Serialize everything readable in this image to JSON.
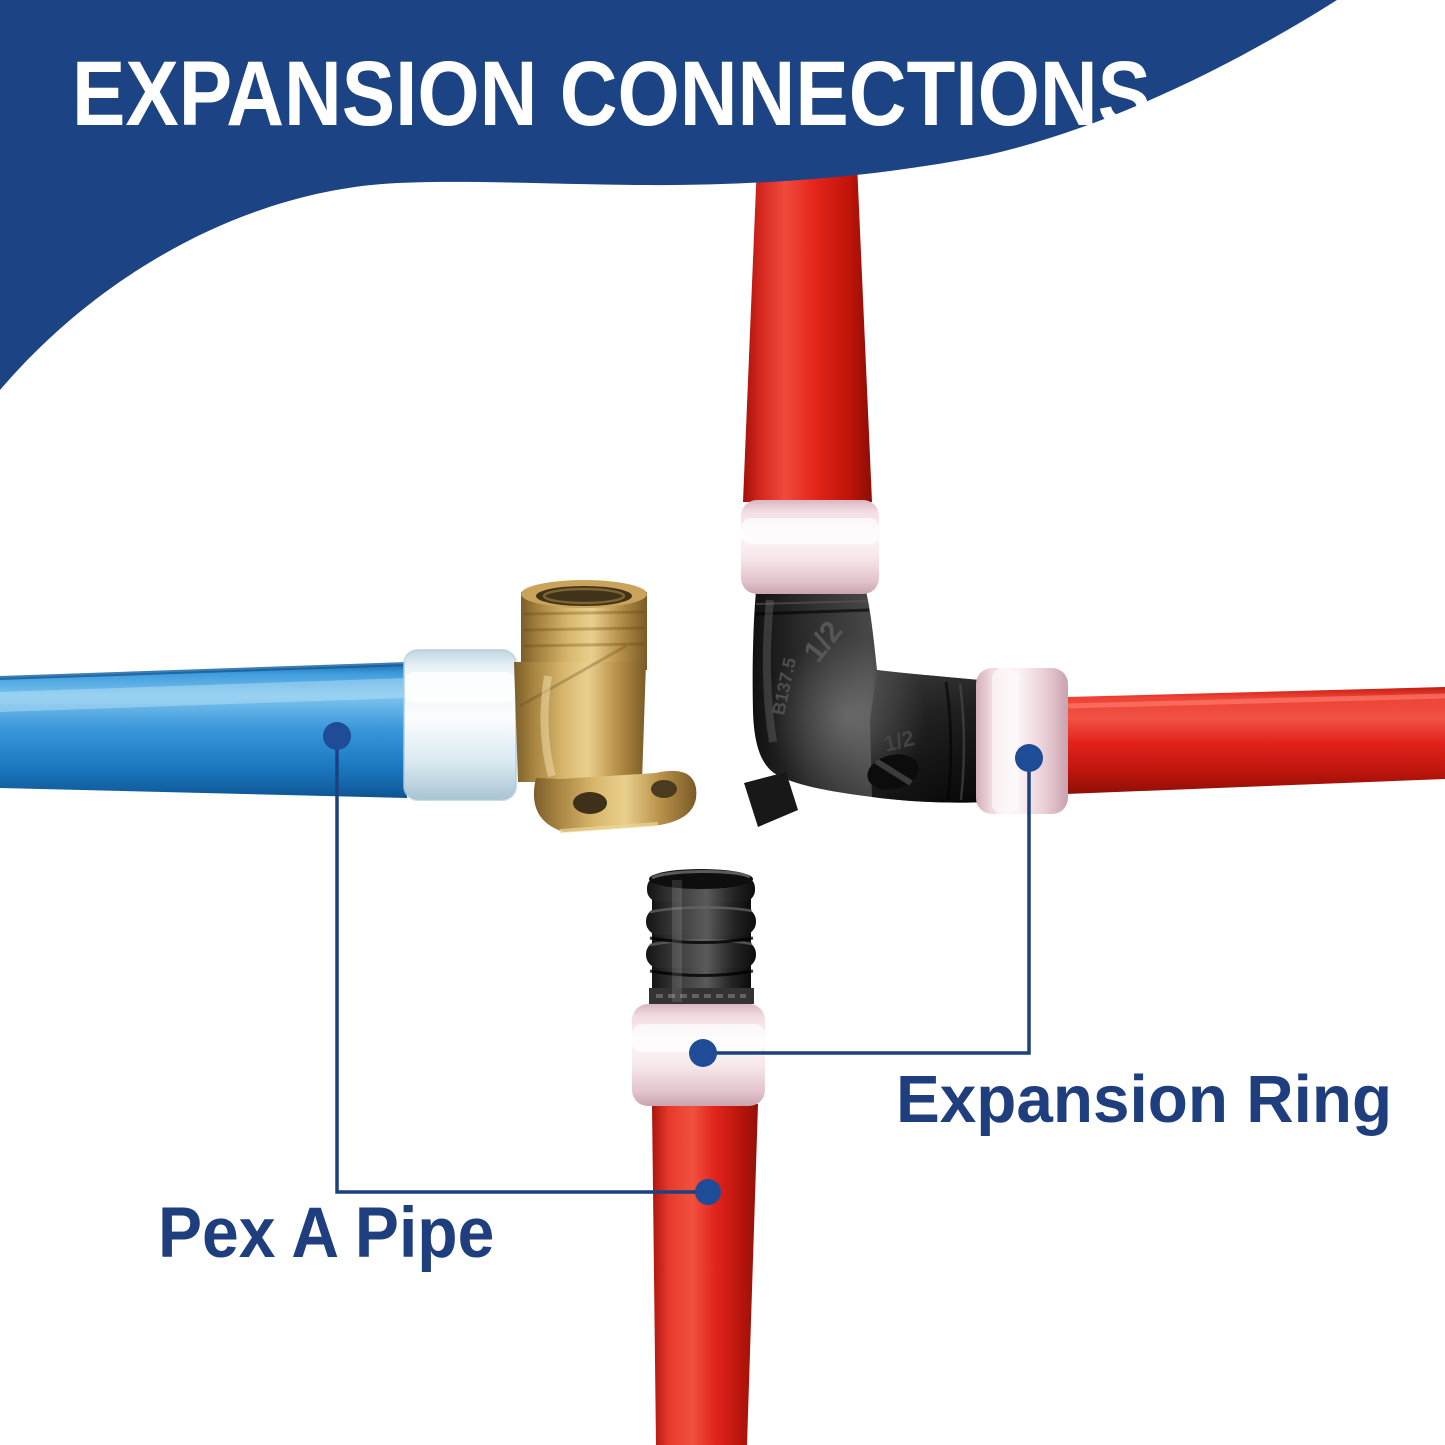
{
  "header": {
    "title": "EXPANSION CONNECTIONS",
    "background_color": "#1c4384",
    "title_color": "#ffffff"
  },
  "labels": {
    "pex_a_pipe": "Pex A Pipe",
    "expansion_ring": "Expansion Ring",
    "text_color": "#1e3e7d"
  },
  "callouts": {
    "line_color": "#1c4180",
    "dot_color": "#1f4c96"
  },
  "markings": {
    "size": "1/2",
    "standard": "B137.5"
  },
  "colors": {
    "pex_blue_pipe": "#2e91d8",
    "pex_red_pipe": "#e2231c",
    "brass_fitting": "#c9a55e",
    "poly_fitting_black": "#262626",
    "expansion_ring_pink": "#f2dce2",
    "expansion_ring_pale_blue": "#e7f1f6",
    "background": "#ffffff"
  }
}
